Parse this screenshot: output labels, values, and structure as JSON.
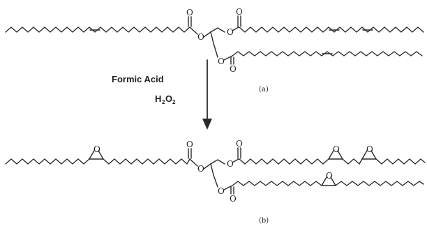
{
  "reaction": {
    "reagent_1": "Formic Acid",
    "reagent_2_main": "H",
    "reagent_2_sub1": "2",
    "reagent_2_mid": "O",
    "reagent_2_sub2": "2"
  },
  "labels": {
    "starting_material": "(a)",
    "product": "(b)"
  },
  "atoms": {
    "oxygen": "O"
  }
}
